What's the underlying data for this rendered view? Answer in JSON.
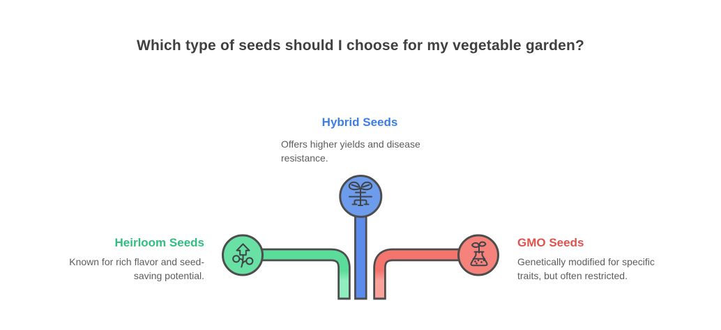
{
  "title": "Which type of seeds should I choose for my vegetable garden?",
  "nodes": {
    "hybrid": {
      "label": "Hybrid Seeds",
      "description": "Offers higher yields and disease resistance.",
      "heading_color": "#3D7DE4"
    },
    "heirloom": {
      "label": "Heirloom Seeds",
      "description": "Known for rich flavor and seed-saving potential.",
      "heading_color": "#31BF80"
    },
    "gmo": {
      "label": "GMO Seeds",
      "description": "Genetically modified for specific traits, but often restricted.",
      "heading_color": "#E0534E"
    }
  },
  "colors": {
    "background": "#FFFFFF",
    "title_text": "#404040",
    "body_text": "#5C5C5C",
    "outline": "#4D4D4D",
    "icon_stroke": "#3E4347",
    "node_blue": "#6D9CEC",
    "node_green": "#69E1A5",
    "node_red": "#F5837C",
    "pipe_blue": "#5C8BEE",
    "pipe_green": "#5BDC9A",
    "pipe_green_light": "#90EDBF",
    "pipe_red": "#F4756E",
    "pipe_red_light": "#F9A29B"
  }
}
